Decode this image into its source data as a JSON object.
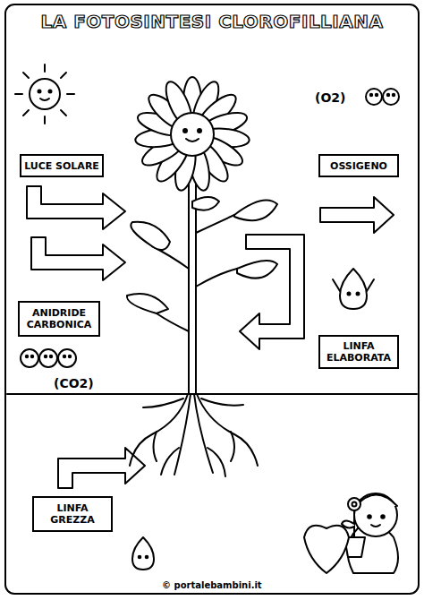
{
  "diagram": {
    "title": "LA FOTOSINTESI CLOROFILLIANA",
    "nodes": [
      {
        "text": [
          "LUCE SOLARE"
        ]
      },
      {
        "text": [
          "OSSIGENO"
        ]
      },
      {
        "text": [
          "ANIDRIDE CARBONICA"
        ]
      },
      {
        "text": [
          "LINFA ELABORATA"
        ]
      },
      {
        "text": [
          "LINFA GREZZA"
        ]
      }
    ],
    "labels": [
      "(O2)",
      "(CO2)",
      "© portalebambini.it"
    ]
  }
}
